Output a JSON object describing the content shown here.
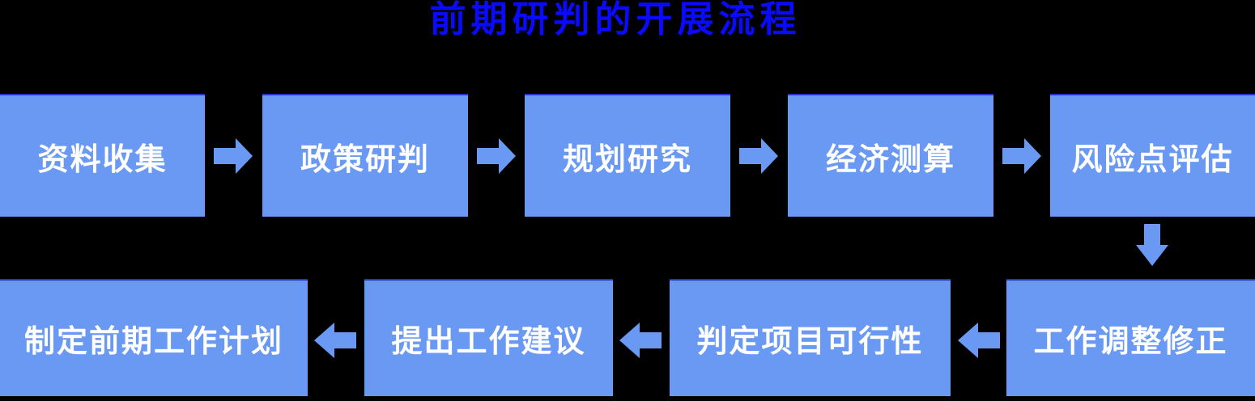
{
  "title": "前期研判的开展流程",
  "colors": {
    "background": "#000000",
    "title_color": "#0A0AFF",
    "box_fill": "#6A99F3",
    "box_top_border": "#2433C8",
    "box_text": "#FFFFFF"
  },
  "flow": {
    "row1": {
      "steps": [
        "资料收集",
        "政策研判",
        "规划研究",
        "经济测算",
        "风险点评估"
      ],
      "connector": "arrow-right"
    },
    "row_connector": "arrow-down",
    "row2": {
      "steps": [
        "制定前期工作计划",
        "提出工作建议",
        "判定项目可行性",
        "工作调整修正"
      ],
      "connector": "arrow-left"
    },
    "process_order": [
      "资料收集",
      "政策研判",
      "规划研究",
      "经济测算",
      "风险点评估",
      "工作调整修正",
      "判定项目可行性",
      "提出工作建议",
      "制定前期工作计划"
    ]
  }
}
